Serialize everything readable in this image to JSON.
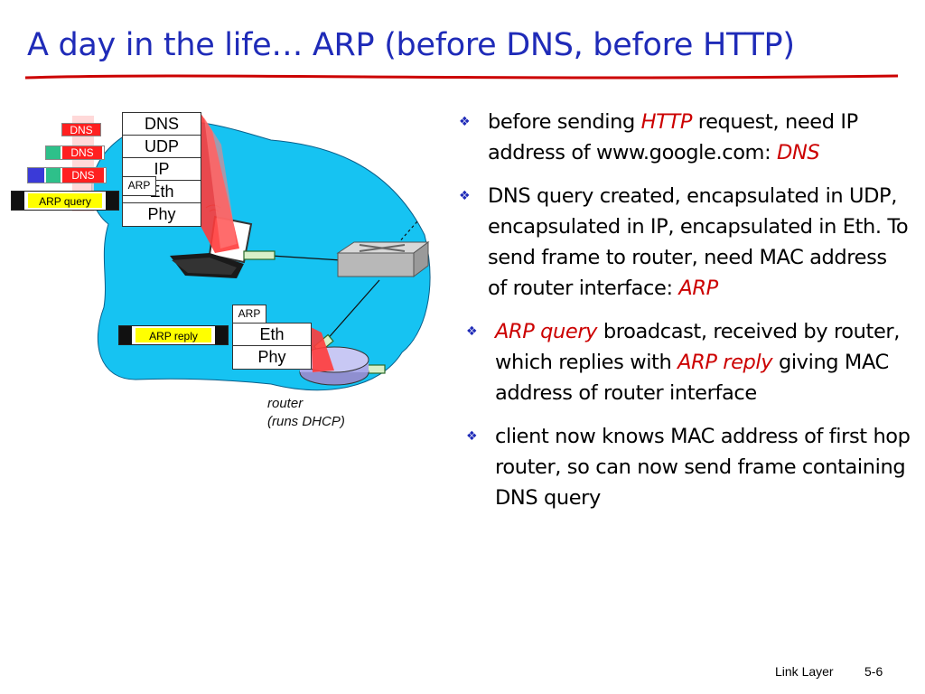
{
  "title": "A day in the life… ARP (before DNS, before HTTP)",
  "diagram": {
    "client_stack": [
      "DNS",
      "UDP",
      "IP",
      "Eth",
      "Phy"
    ],
    "router_stack": [
      "Eth",
      "Phy"
    ],
    "dns_tags": [
      "DNS",
      "DNS",
      "DNS"
    ],
    "arp_tag_client": "ARP",
    "arp_tag_router": "ARP",
    "arp_query_label": "ARP query",
    "arp_reply_label": "ARP reply",
    "router_label_1": "router",
    "router_label_2": "(runs DHCP)"
  },
  "bullets": [
    {
      "parts": [
        {
          "t": "before sending "
        },
        {
          "t": "HTTP",
          "em": true
        },
        {
          "t": " request, need IP address of www.google.com: "
        },
        {
          "t": "DNS",
          "em": true
        }
      ]
    },
    {
      "parts": [
        {
          "t": "DNS query created, encapsulated in UDP, encapsulated in IP, encapsulated in Eth.  To send frame to router, need MAC address of router interface: "
        },
        {
          "t": "ARP",
          "em": true
        }
      ]
    },
    {
      "parts": [
        {
          "t": "ARP query",
          "em": true
        },
        {
          "t": " broadcast, received by router, which replies with "
        },
        {
          "t": "ARP reply",
          "em": true
        },
        {
          "t": " giving MAC address of router interface"
        }
      ]
    },
    {
      "parts": [
        {
          "t": "client now knows MAC address of first hop router, so can now send frame containing DNS query"
        }
      ]
    }
  ],
  "footer": {
    "section": "Link Layer",
    "page": "5-6"
  },
  "colors": {
    "title": "#1f2bb8",
    "emphasis": "#cc0000",
    "cloud": "#16c3f2",
    "frame_fill": "#ffff00"
  }
}
